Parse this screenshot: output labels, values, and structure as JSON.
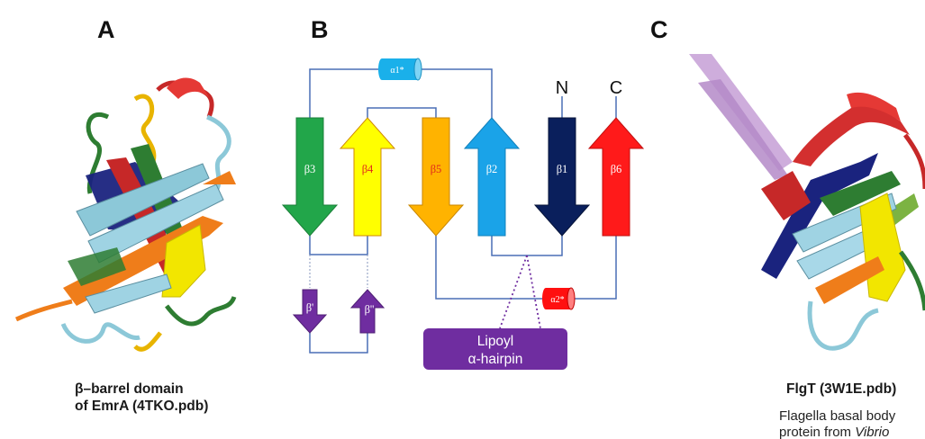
{
  "panels": {
    "a": {
      "letter": "A",
      "caption_line1": "β–barrel domain",
      "caption_line2": "of EmrA (4TKO.pdb)"
    },
    "b": {
      "letter": "B"
    },
    "c": {
      "letter": "C",
      "caption_title": "FlgT (3W1E.pdb)",
      "caption_line1": "Flagella basal body",
      "caption_line2_prefix": "protein from ",
      "caption_line2_italic": "Vibrio"
    }
  },
  "topology": {
    "terminus_n": "N",
    "terminus_c": "C",
    "strands": [
      {
        "id": "b3",
        "label": "β3",
        "direction": "down",
        "color": "#22a64a",
        "label_color": "#ffffff"
      },
      {
        "id": "b4",
        "label": "β4",
        "direction": "up",
        "color": "#ffff00",
        "label_color": "#e0281c"
      },
      {
        "id": "b5",
        "label": "β5",
        "direction": "down",
        "color": "#ffb300",
        "label_color": "#e0281c"
      },
      {
        "id": "b2",
        "label": "β2",
        "direction": "up",
        "color": "#1aa3e8",
        "label_color": "#ffffff"
      },
      {
        "id": "b1",
        "label": "β1",
        "direction": "down",
        "color": "#0a1f5c",
        "label_color": "#ffffff"
      },
      {
        "id": "b6",
        "label": "β6",
        "direction": "up",
        "color": "#ff1a1a",
        "label_color": "#ffffff"
      }
    ],
    "small_strands": [
      {
        "id": "bprime",
        "label": "β'",
        "direction": "down",
        "color": "#6f2da0"
      },
      {
        "id": "bdoubleprime",
        "label": "β''",
        "direction": "up",
        "color": "#6f2da0"
      }
    ],
    "helices": [
      {
        "id": "a1",
        "label": "α1*",
        "color": "#1ab0ea"
      },
      {
        "id": "a2",
        "label": "α2*",
        "color": "#ff1010"
      }
    ],
    "hairpin": {
      "line1": "Lipoyl",
      "line2": "α-hairpin",
      "color": "#6f2da0"
    },
    "connector_color": "#4a6fb5"
  }
}
